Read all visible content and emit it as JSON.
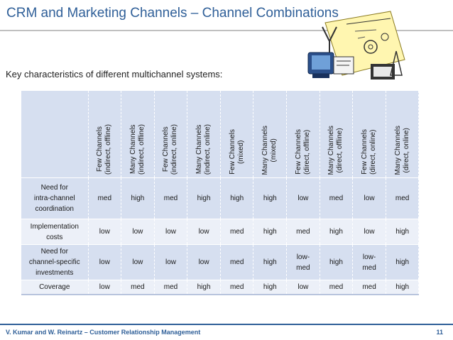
{
  "slide": {
    "title": "CRM and Marketing Channels – Channel Combinations",
    "subtitle": "Key characteristics of different multichannel systems:"
  },
  "table": {
    "columns": [
      "Few Channels\n(indirect, offline)",
      "Many Channels\n(indirect, offline)",
      "Few Channels\n(indirect, online)",
      "Many Channels\n(indirect, online)",
      "Few Channels\n(mixed)",
      "Many Channels\n(mixed)",
      "Few Channels\n(direct, offline)",
      "Many Channels\n(direct, offline)",
      "Few Channels\n(direct, online)",
      "Many Channels\n(direct, online)"
    ],
    "rows": [
      {
        "label": "Need for\nintra-channel\ncoordination",
        "values": [
          "med",
          "high",
          "med",
          "high",
          "high",
          "high",
          "low",
          "med",
          "low",
          "med"
        ]
      },
      {
        "label": "Implementation\ncosts",
        "values": [
          "low",
          "low",
          "low",
          "low",
          "med",
          "high",
          "med",
          "high",
          "low",
          "high"
        ]
      },
      {
        "label": "Need for\nchannel-specific\ninvestments",
        "values": [
          "low",
          "low",
          "low",
          "low",
          "med",
          "high",
          "low-\nmed",
          "high",
          "low-\nmed",
          "high"
        ]
      },
      {
        "label": "Coverage",
        "values": [
          "low",
          "med",
          "med",
          "high",
          "med",
          "high",
          "low",
          "med",
          "med",
          "high"
        ]
      }
    ]
  },
  "footer": {
    "citation": "V. Kumar and W. Reinartz – Customer Relationship Management",
    "page_number": "11"
  },
  "colors": {
    "title": "#2f5f98",
    "table_dark": "#d6dff0",
    "table_light": "#ecf0f8"
  },
  "icons": {
    "clipart": "communication-channels-clipart"
  }
}
